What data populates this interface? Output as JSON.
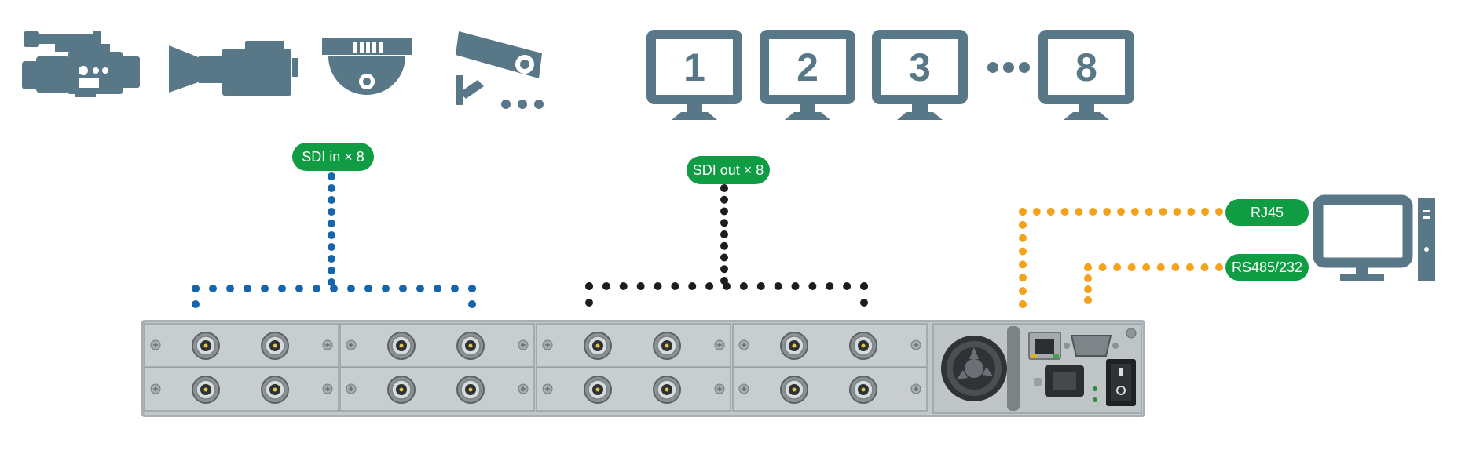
{
  "labels": {
    "sdi_in": "SDI in × 8",
    "sdi_out": "SDI out × 8",
    "rj45": "RJ45",
    "rs485": "RS485/232"
  },
  "monitors": [
    "1",
    "2",
    "3",
    "8"
  ],
  "ellipsis": "•••",
  "colors": {
    "icon": "#587787",
    "badge": "#0f9c43",
    "sdi_in_dots": "#1565ad",
    "sdi_out_dots": "#1d1d1d",
    "control_dots": "#f4a21c",
    "chassis": "#b7bdc0"
  },
  "icons": [
    "camcorder-icon",
    "broadcast-camera-icon",
    "dome-camera-icon",
    "security-camera-icon",
    "monitor-icon",
    "computer-icon"
  ]
}
